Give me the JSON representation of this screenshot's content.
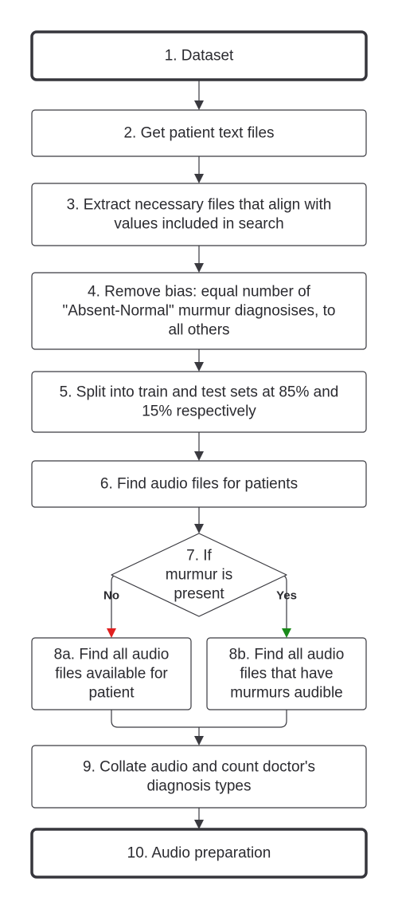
{
  "diagram": {
    "colors": {
      "stroke": "#3a3a40",
      "text": "#2b2b30",
      "no_branch": "#e02020",
      "yes_branch": "#1a8a1a"
    },
    "nodes": [
      {
        "id": "n1",
        "shape": "terminal",
        "lines": [
          "1. Dataset"
        ]
      },
      {
        "id": "n2",
        "shape": "process",
        "lines": [
          "2. Get patient text files"
        ]
      },
      {
        "id": "n3",
        "shape": "process",
        "lines": [
          "3. Extract necessary files that align with",
          "values included in search"
        ]
      },
      {
        "id": "n4",
        "shape": "process",
        "lines": [
          "4. Remove bias: equal number of",
          "\"Absent-Normal\" murmur diagnosises, to",
          "all others"
        ]
      },
      {
        "id": "n5",
        "shape": "process",
        "lines": [
          "5. Split into train and test sets at 85% and",
          "15% respectively"
        ]
      },
      {
        "id": "n6",
        "shape": "process",
        "lines": [
          "6. Find audio files for patients"
        ]
      },
      {
        "id": "n7",
        "shape": "decision",
        "lines": [
          "7. If",
          "murmur is",
          "present"
        ]
      },
      {
        "id": "n8a",
        "shape": "process",
        "lines": [
          "8a. Find all audio",
          "files available for",
          "patient"
        ]
      },
      {
        "id": "n8b",
        "shape": "process",
        "lines": [
          "8b. Find all audio",
          "files that have",
          "murmurs audible"
        ]
      },
      {
        "id": "n9",
        "shape": "process",
        "lines": [
          "9. Collate audio and count doctor's",
          "diagnosis types"
        ]
      },
      {
        "id": "n10",
        "shape": "terminal",
        "lines": [
          "10. Audio preparation"
        ]
      }
    ],
    "edges": [
      {
        "from": "n1",
        "to": "n2",
        "label": ""
      },
      {
        "from": "n2",
        "to": "n3",
        "label": ""
      },
      {
        "from": "n3",
        "to": "n4",
        "label": ""
      },
      {
        "from": "n4",
        "to": "n5",
        "label": ""
      },
      {
        "from": "n5",
        "to": "n6",
        "label": ""
      },
      {
        "from": "n6",
        "to": "n7",
        "label": ""
      },
      {
        "from": "n7",
        "to": "n8a",
        "label": "No"
      },
      {
        "from": "n7",
        "to": "n8b",
        "label": "Yes"
      },
      {
        "from": "n8a",
        "to": "n9",
        "label": ""
      },
      {
        "from": "n8b",
        "to": "n9",
        "label": ""
      },
      {
        "from": "n9",
        "to": "n10",
        "label": ""
      }
    ]
  }
}
